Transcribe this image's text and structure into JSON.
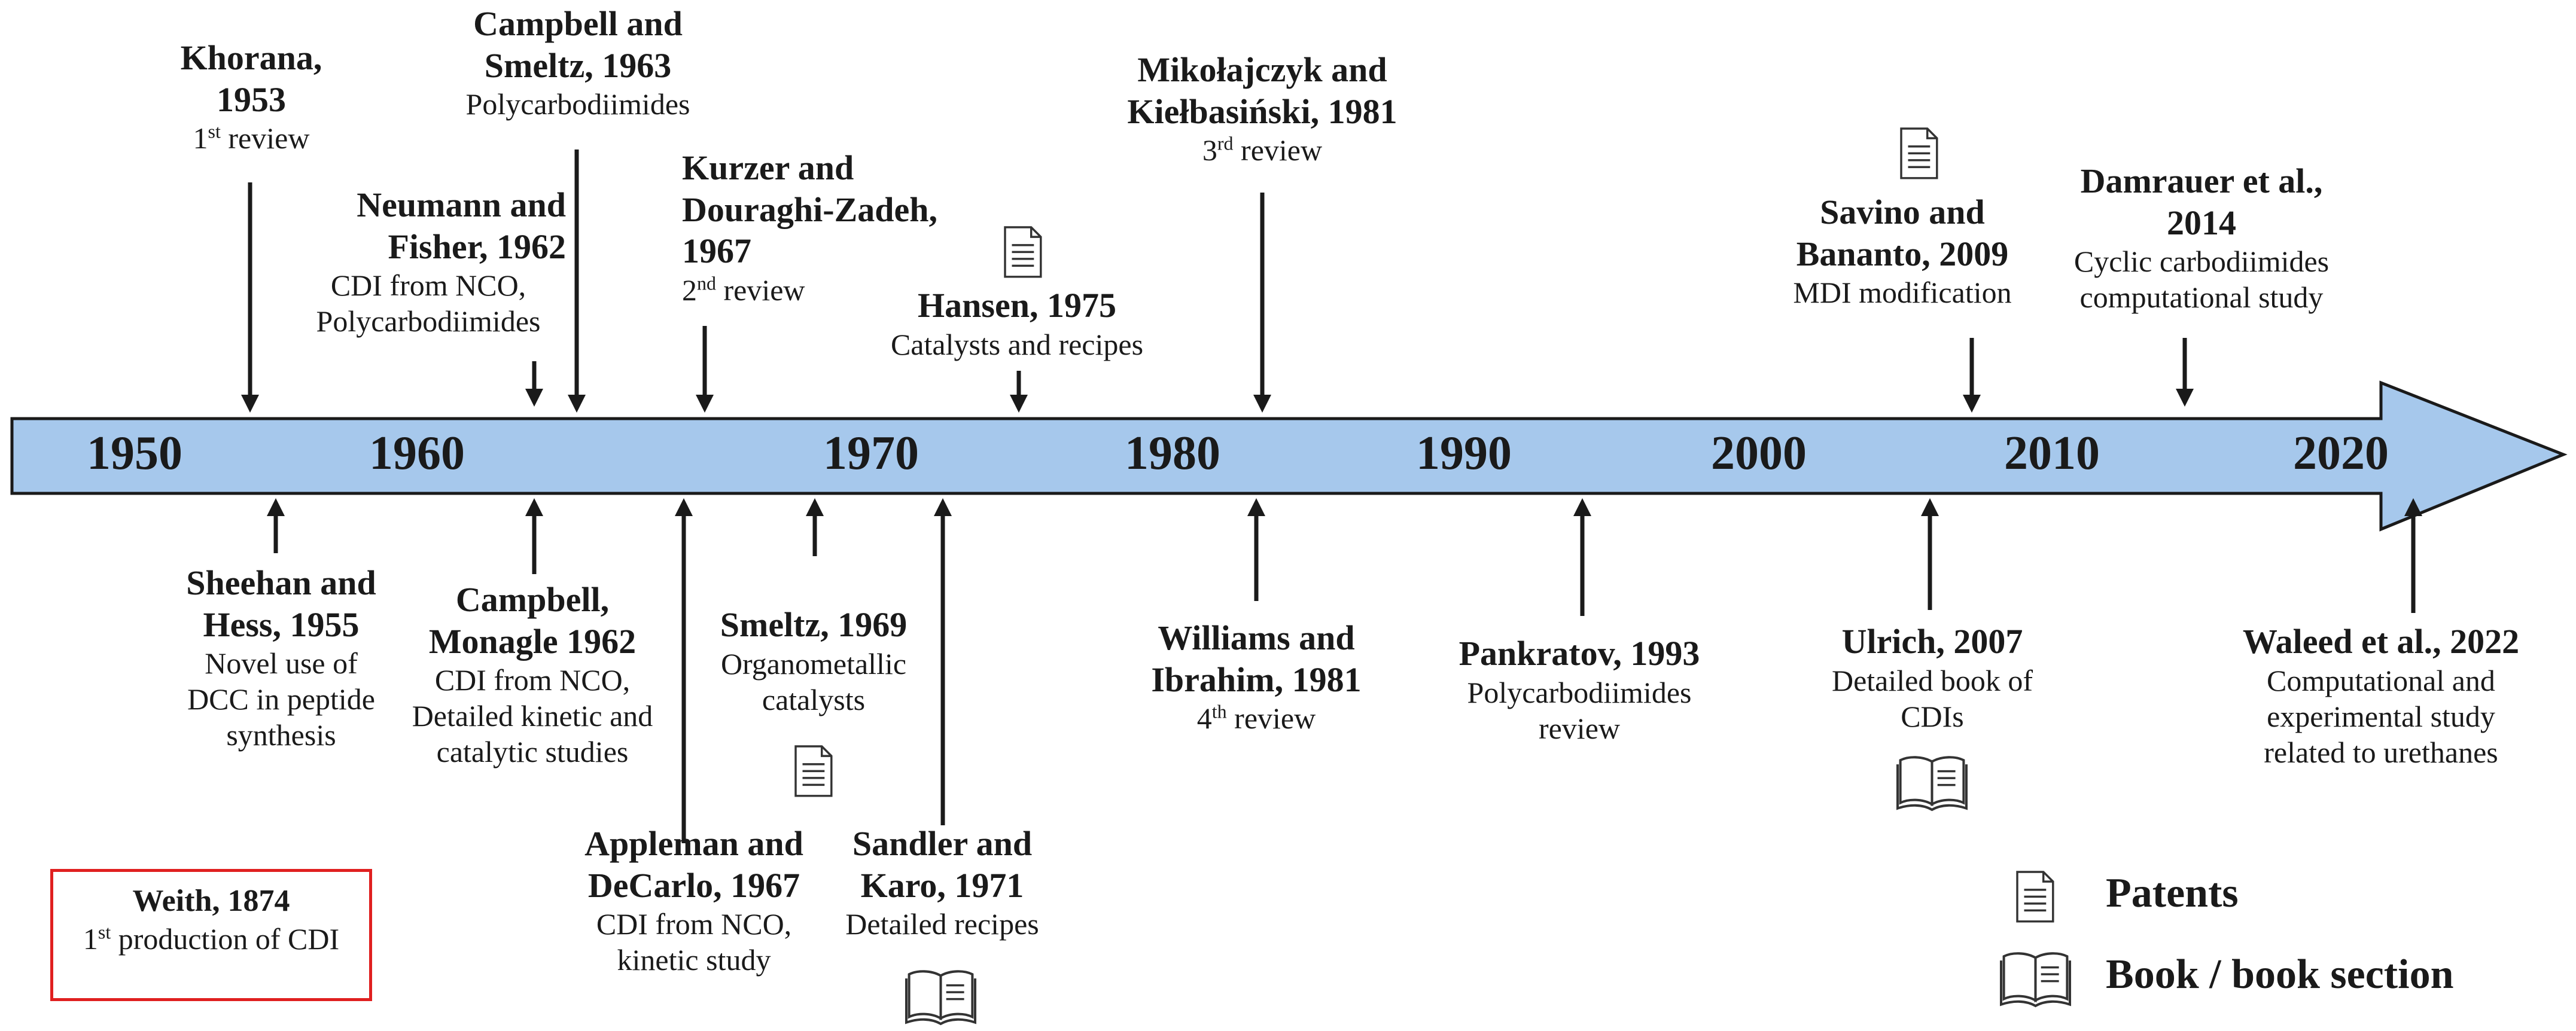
{
  "timeline": {
    "colors": {
      "bar_fill": "#a6c8ec",
      "bar_stroke": "#1a1a1a",
      "box_border": "#e02020"
    },
    "years": [
      "1950",
      "1960",
      "1970",
      "1980",
      "1990",
      "2000",
      "2010",
      "2020"
    ]
  },
  "events": {
    "khorana": {
      "title": "Khorana,\n1953",
      "pre": "1",
      "sup": "st",
      "post": " review"
    },
    "campbell_smeltz": {
      "title": "Campbell and\nSmeltz, 1963",
      "desc": "Polycarbodiimides"
    },
    "neumann_fisher": {
      "title": "Neumann and\nFisher, 1962",
      "desc": "CDI from NCO,\nPolycarbodiimides"
    },
    "kurzer": {
      "title": "Kurzer and\nDouraghi-Zadeh,\n1967",
      "pre": "2",
      "sup": "nd",
      "post": " review"
    },
    "hansen": {
      "title": "Hansen, 1975",
      "desc": "Catalysts and recipes"
    },
    "mikolajczyk": {
      "title": "Mikołajczyk and\nKiełbasiński, 1981",
      "pre": "3",
      "sup": "rd",
      "post": " review"
    },
    "savino": {
      "title": "Savino and\nBananto, 2009",
      "desc": "MDI modification"
    },
    "damrauer": {
      "title": "Damrauer et al.,\n2014",
      "desc": "Cyclic carbodiimides\ncomputational study"
    },
    "sheehan": {
      "title": "Sheehan and\nHess, 1955",
      "desc": "Novel use of\nDCC in peptide\nsynthesis"
    },
    "campbell_monagle": {
      "title": "Campbell,\nMonagle 1962",
      "desc": "CDI from NCO,\nDetailed kinetic and\ncatalytic studies"
    },
    "appleman": {
      "title": "Appleman and\nDeCarlo, 1967",
      "desc": "CDI from NCO,\nkinetic study"
    },
    "smeltz": {
      "title": "Smeltz, 1969",
      "desc": "Organometallic\ncatalysts"
    },
    "sandler": {
      "title": "Sandler and\nKaro, 1971",
      "desc": "Detailed recipes"
    },
    "williams": {
      "title": "Williams and\nIbrahim, 1981",
      "pre": "4",
      "sup": "th",
      "post": " review"
    },
    "pankratov": {
      "title": "Pankratov, 1993",
      "desc": "Polycarbodiimides\nreview"
    },
    "ulrich": {
      "title": "Ulrich, 2007",
      "desc": "Detailed book of\nCDIs"
    },
    "waleed": {
      "title": "Waleed et al., 2022",
      "desc": "Computational and\nexperimental study\nrelated to urethanes"
    }
  },
  "weith": {
    "title": "Weith, 1874",
    "pre": "1",
    "sup": "st",
    "post": " production of CDI"
  },
  "legend": {
    "patents": {
      "label": "Patents",
      "icon": "patent-document-icon"
    },
    "book": {
      "label": "Book / book section",
      "icon": "open-book-icon"
    }
  }
}
